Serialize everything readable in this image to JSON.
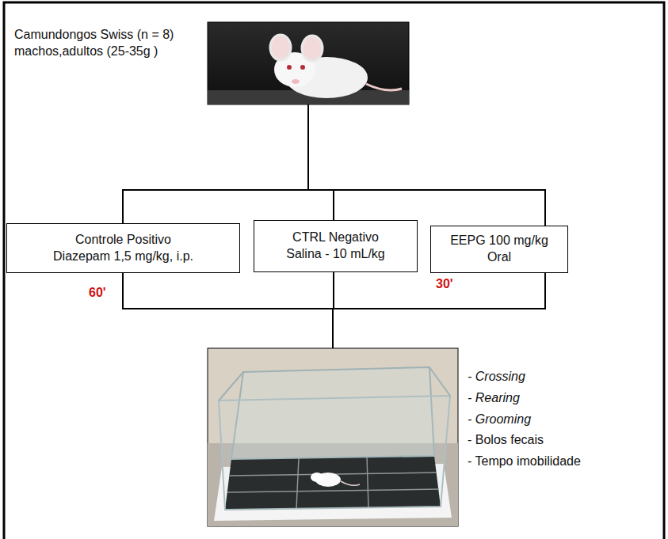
{
  "diagram": {
    "nodes": [
      {
        "text": [
          "Camundongos Swiss (n = 8) machos,adultos (25-35g )"
        ]
      },
      {
        "text": [
          "Controle Positivo",
          "Diazepam 1,5 mg/kg, i.p."
        ]
      },
      {
        "text": [
          "CTRL Negativo",
          "Salina - 10 mL/kg"
        ]
      },
      {
        "text": [
          "EEPG 100 mg/kg",
          "Oral"
        ]
      },
      {
        "text": [
          "- Crossing",
          "- Rearing",
          "- Grooming",
          "- Bolos fecais",
          "- Tempo imobilidade"
        ]
      }
    ],
    "edges": [
      {
        "from": 0,
        "to": 1,
        "arrow": "none"
      },
      {
        "from": 0,
        "to": 2,
        "arrow": "none"
      },
      {
        "from": 0,
        "to": 3,
        "arrow": "none"
      },
      {
        "from": 1,
        "to": 4,
        "arrow": "none"
      },
      {
        "from": 2,
        "to": 4,
        "arrow": "none"
      },
      {
        "from": 3,
        "to": 4,
        "arrow": "none"
      }
    ],
    "labels": [
      "60'",
      "30'"
    ]
  }
}
